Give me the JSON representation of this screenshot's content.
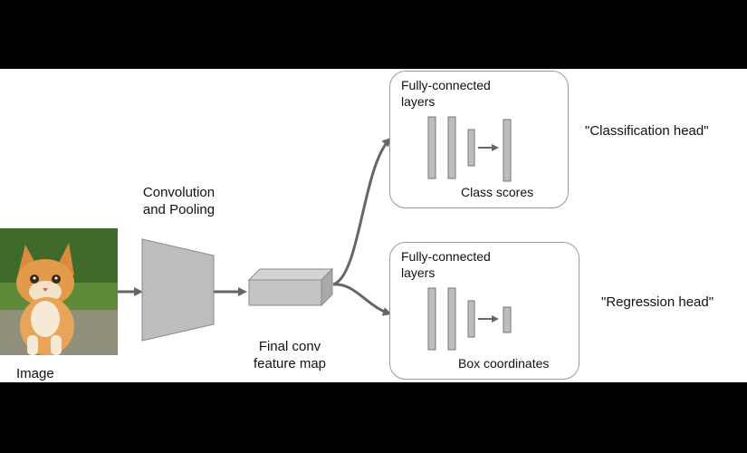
{
  "image": {
    "label": "Image"
  },
  "conv": {
    "label": "Convolution\nand Pooling"
  },
  "feature_map": {
    "label": "Final conv\nfeature map"
  },
  "classification": {
    "box_title": "Fully-connected\nlayers",
    "output_label": "Class scores",
    "head_label": "\"Classification head\""
  },
  "regression": {
    "box_title": "Fully-connected\nlayers",
    "output_label": "Box coordinates",
    "head_label": "\"Regression head\""
  },
  "colors": {
    "arrow": "#666666",
    "shape_fill": "#bdbdbd",
    "shape_stroke": "#8a8a8a",
    "background": "#ffffff",
    "letterbox": "#000000"
  }
}
